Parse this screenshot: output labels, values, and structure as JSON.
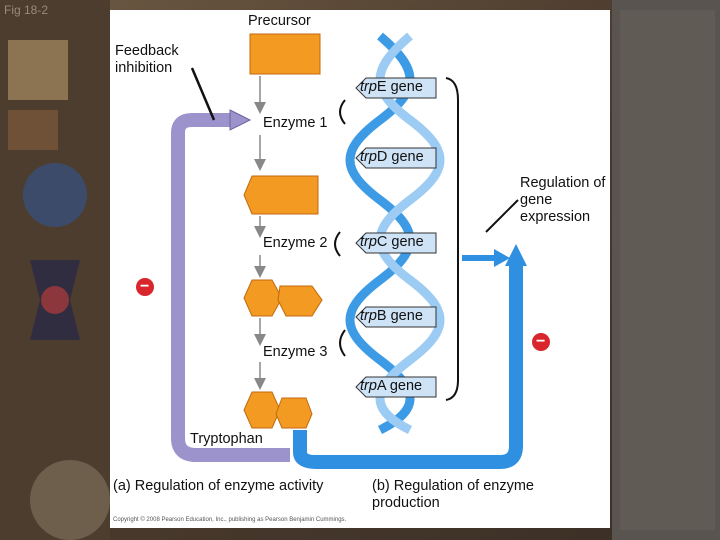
{
  "slide_tag": "Fig 18-2",
  "labels": {
    "precursor": "Precursor",
    "feedback_inhibition": "Feedback inhibition",
    "enzyme1": "Enzyme 1",
    "enzyme2": "Enzyme 2",
    "enzyme3": "Enzyme 3",
    "tryptophan": "Tryptophan",
    "regulation_of_gene_expression": "Regulation of gene expression",
    "caption_a": "(a) Regulation of enzyme activity",
    "caption_b": "(b) Regulation of enzyme production",
    "copyright": "Copyright © 2008 Pearson Education, Inc., publishing as Pearson Benjamin Cummings."
  },
  "genes": [
    {
      "prefix": "trp",
      "suffix": "E gene"
    },
    {
      "prefix": "trp",
      "suffix": "D gene"
    },
    {
      "prefix": "trp",
      "suffix": "C gene"
    },
    {
      "prefix": "trp",
      "suffix": "B gene"
    },
    {
      "prefix": "trp",
      "suffix": "A gene"
    }
  ],
  "inhibition_symbol": "−",
  "colors": {
    "enzyme_orange": "#f39a22",
    "feedback_purple": "#9c93cc",
    "regulation_blue": "#2f8fe0",
    "dna_blue": "#3d9be6",
    "inhibition_red": "#d9262c"
  }
}
